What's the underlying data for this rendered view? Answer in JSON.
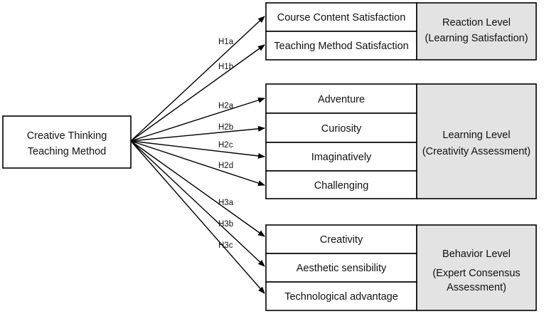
{
  "source": {
    "lines": [
      "Creative Thinking",
      "Teaching Method"
    ]
  },
  "groups": [
    {
      "level_lines": [
        "Reaction Level",
        "(Learning Satisfaction)"
      ],
      "items": [
        "Course Content Satisfaction",
        "Teaching Method Satisfaction"
      ]
    },
    {
      "level_lines": [
        "Learning Level",
        "(Creativity Assessment)"
      ],
      "items": [
        "Adventure",
        "Curiosity",
        "Imaginatively",
        "Challenging"
      ]
    },
    {
      "level_lines": [
        "Behavior Level",
        "(Expert Consensus",
        "Assessment)"
      ],
      "items": [
        "Creativity",
        "Aesthetic sensibility",
        "Technological advantage"
      ]
    }
  ],
  "hypotheses": [
    "H1a",
    "H1b",
    "H2a",
    "H2b",
    "H2c",
    "H2d",
    "H3a",
    "H3b",
    "H3c"
  ]
}
